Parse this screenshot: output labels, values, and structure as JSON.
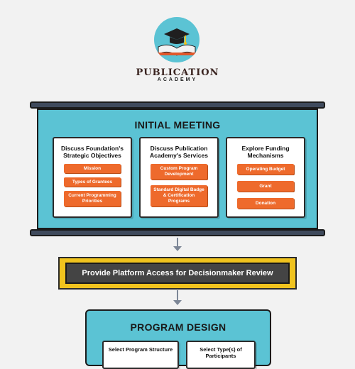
{
  "brand": {
    "name": "PUBLICATION",
    "subtitle": "ACADEMY"
  },
  "initial_meeting": {
    "title": "INITIAL MEETING",
    "columns": [
      {
        "title": "Discuss Foundation's Strategic Objectives",
        "items": [
          "Mission",
          "Types of Grantees",
          "Current Programming Priorities"
        ]
      },
      {
        "title": "Discuss Publication Academy's Services",
        "items": [
          "Custom Program Development",
          "Standard Digital Badge & Certification Programs"
        ]
      },
      {
        "title": "Explore Funding Mechanisms",
        "items": [
          "Operating Budget",
          "Grant",
          "Donation"
        ]
      }
    ]
  },
  "platform_access": {
    "label": "Provide Platform Access for Decisionmaker Review"
  },
  "program_design": {
    "title": "PROGRAM DESIGN",
    "columns": [
      {
        "title": "Select Program Structure"
      },
      {
        "title": "Select Type(s) of Participants"
      }
    ]
  }
}
